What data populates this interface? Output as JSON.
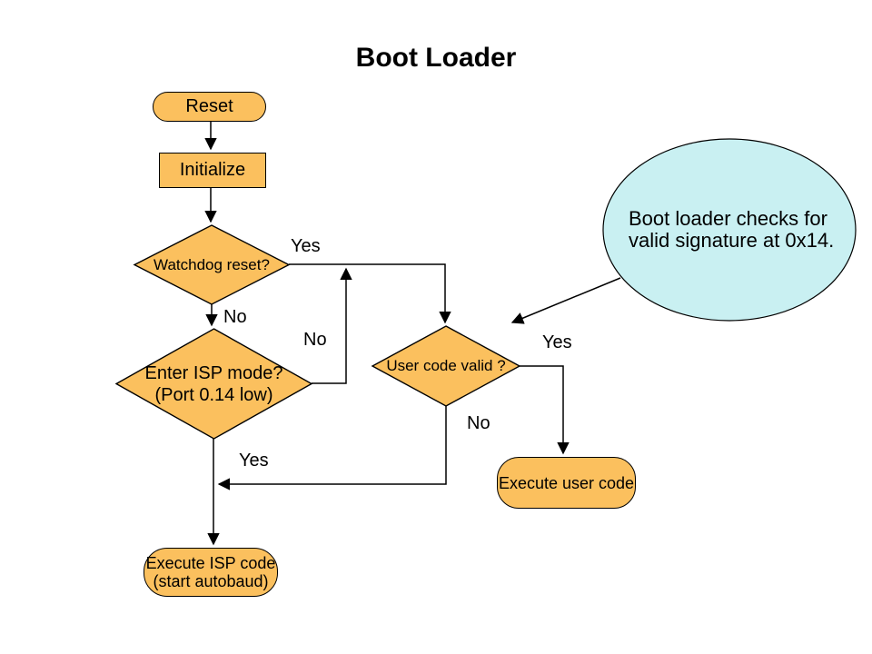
{
  "title": "Boot Loader",
  "colors": {
    "bg": "#FFFFFF",
    "shape_fill": "#FBC05E",
    "shape_border": "#000000",
    "callout_fill": "#C9F0F2",
    "connector": "#000000",
    "text": "#000000"
  },
  "nodes": {
    "reset": {
      "label": "Reset"
    },
    "initialize": {
      "label": "Initialize"
    },
    "watchdog": {
      "label": "Watchdog reset?"
    },
    "isp_mode": {
      "line1": "Enter ISP mode?",
      "line2": "(Port 0.14 low)"
    },
    "user_code": {
      "label": "User code valid ?"
    },
    "execute_user": {
      "label": "Execute user code"
    },
    "execute_isp": {
      "line1": "Execute ISP code",
      "line2": "(start autobaud)"
    }
  },
  "callout": {
    "line1": "Boot loader checks for",
    "line2": "valid signature at 0x14."
  },
  "edge_labels": {
    "watchdog_yes": "Yes",
    "watchdog_no": "No",
    "isp_no": "No",
    "isp_yes": "Yes",
    "user_yes": "Yes",
    "user_no": "No"
  }
}
